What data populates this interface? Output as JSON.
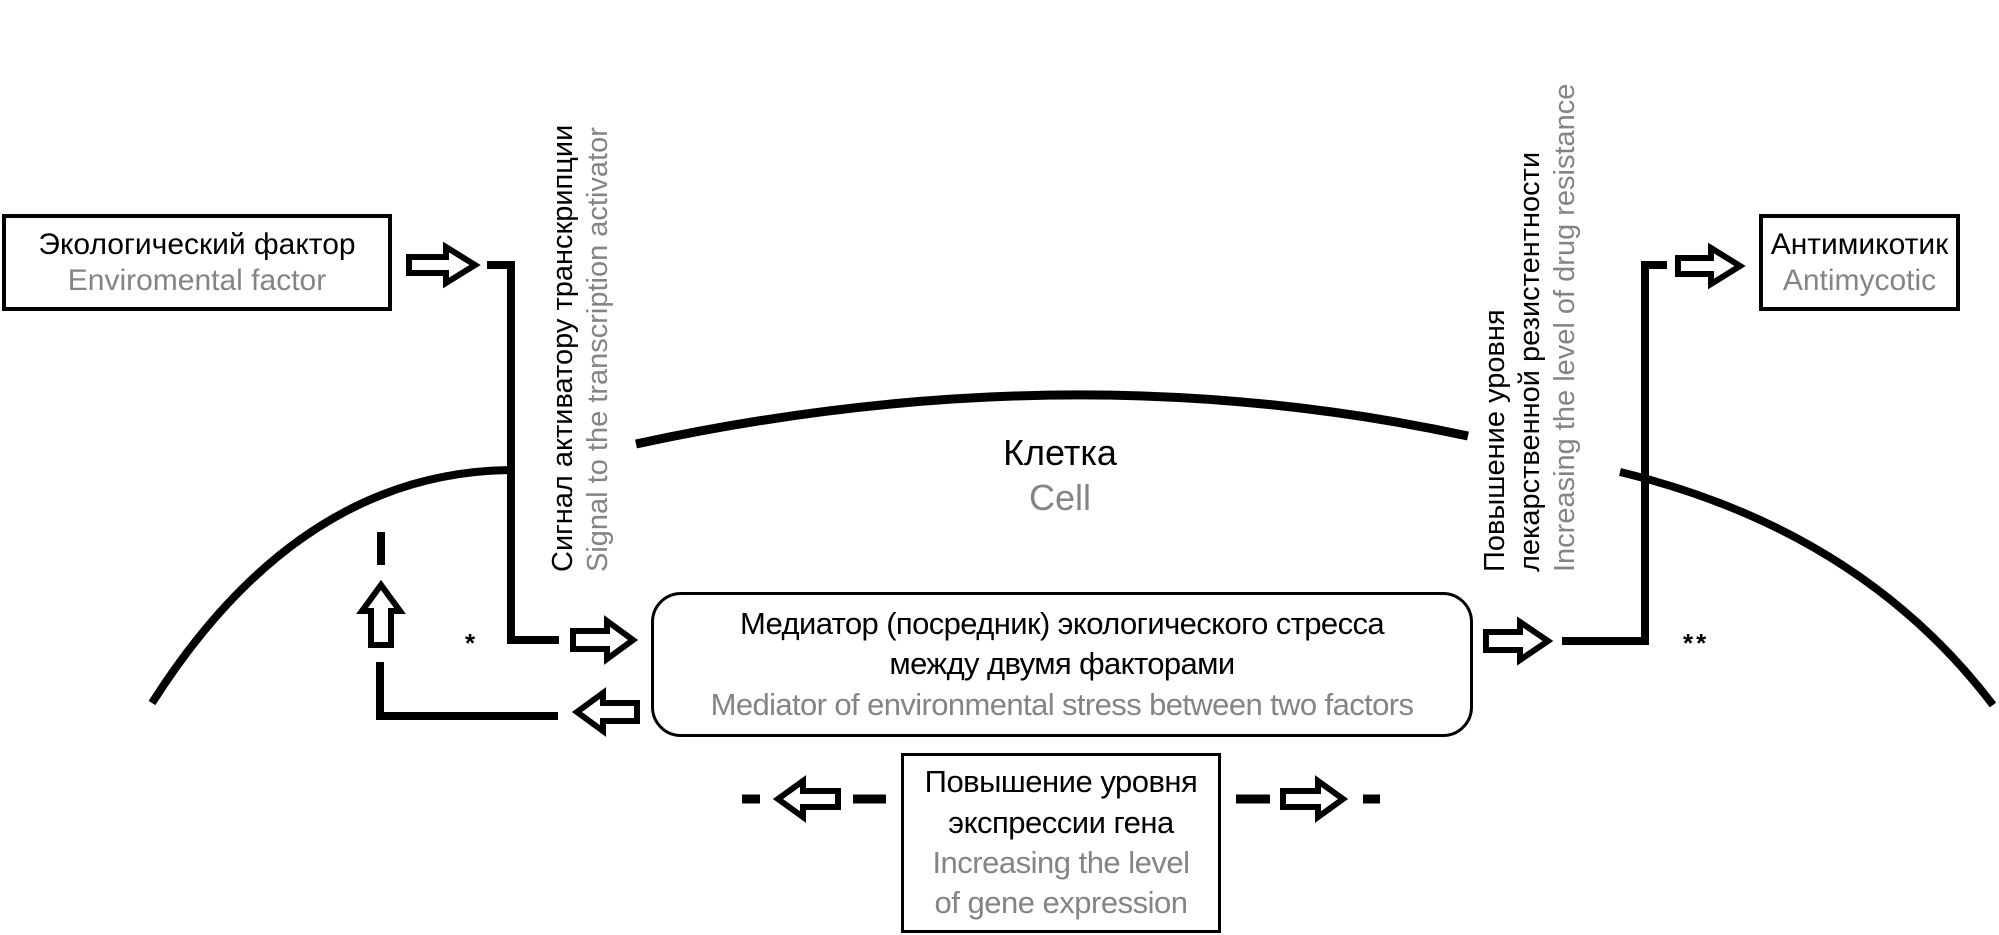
{
  "diagram": {
    "environmental_factor": {
      "ru": "Экологический фактор",
      "en": "Enviromental factor"
    },
    "antimycotic": {
      "ru": "Антимикотик",
      "en": "Antimycotic"
    },
    "cell": {
      "ru": "Клетка",
      "en": "Cell"
    },
    "signal": {
      "ru": "Сигнал активатору транскрипции",
      "en": "Signal to the transcription activator"
    },
    "drug_resistance": {
      "ru_line1": "Повышение уровня",
      "ru_line2": "лекарственной резистентности",
      "en": "Increasing the level of drug resistance"
    },
    "mediator": {
      "ru_line1": "Медиатор (посредник) экологического стресса",
      "ru_line2": "между двумя факторами",
      "en": "Mediator of environmental stress between two factors"
    },
    "gene_expression": {
      "ru_line1": "Повышение уровня",
      "ru_line2": "экспрессии гена",
      "en_line1": "Increasing the level",
      "en_line2": "of gene expression"
    },
    "footnote_marks": {
      "single": "*",
      "double": "**"
    },
    "colors": {
      "primary_text": "#000000",
      "secondary_text": "#848484",
      "lines": "#000000"
    }
  }
}
